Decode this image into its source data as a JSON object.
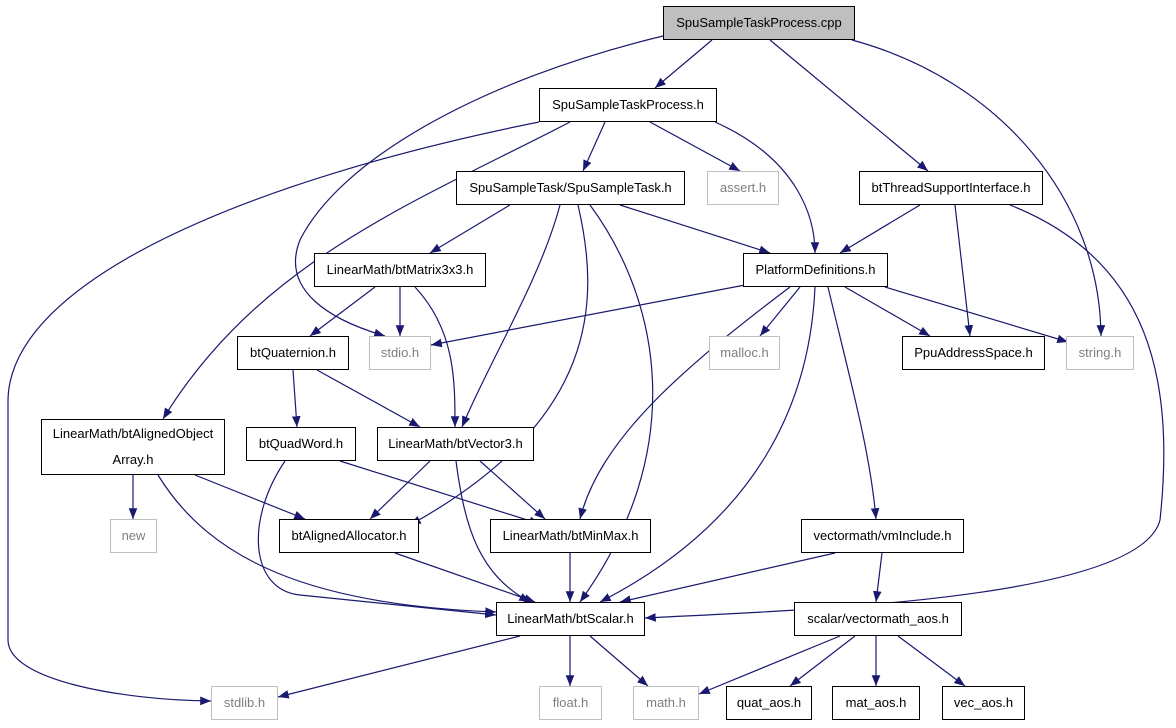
{
  "colors": {
    "edge": "#191970",
    "border": "#000000",
    "external_border": "#bfbfbf",
    "external_text": "#7f7f7f",
    "root_fill": "#bfbfbf"
  },
  "nodes": {
    "root": "SpuSampleTaskProcess.cpp",
    "spu_sample_task_process_h": "SpuSampleTaskProcess.h",
    "spu_sample_task_h": "SpuSampleTask/SpuSampleTask.h",
    "assert_h": "assert.h",
    "bt_thread_support_interface_h": "btThreadSupportInterface.h",
    "bt_matrix3x3_h": "LinearMath/btMatrix3x3.h",
    "platform_definitions_h": "PlatformDefinitions.h",
    "bt_quaternion_h": "btQuaternion.h",
    "stdio_h": "stdio.h",
    "malloc_h": "malloc.h",
    "ppu_address_space_h": "PpuAddressSpace.h",
    "string_h": "string.h",
    "bt_aligned_object_array_line1": "LinearMath/btAlignedObject",
    "bt_aligned_object_array_line2": "Array.h",
    "bt_quad_word_h": "btQuadWord.h",
    "bt_vector3_h": "LinearMath/btVector3.h",
    "new": "new",
    "bt_aligned_allocator_h": "btAlignedAllocator.h",
    "bt_min_max_h": "LinearMath/btMinMax.h",
    "vm_include_h": "vectormath/vmInclude.h",
    "bt_scalar_h": "LinearMath/btScalar.h",
    "vectormath_aos_h": "scalar/vectormath_aos.h",
    "stdlib_h": "stdlib.h",
    "float_h": "float.h",
    "math_h": "math.h",
    "quat_aos_h": "quat_aos.h",
    "mat_aos_h": "mat_aos.h",
    "vec_aos_h": "vec_aos.h"
  }
}
